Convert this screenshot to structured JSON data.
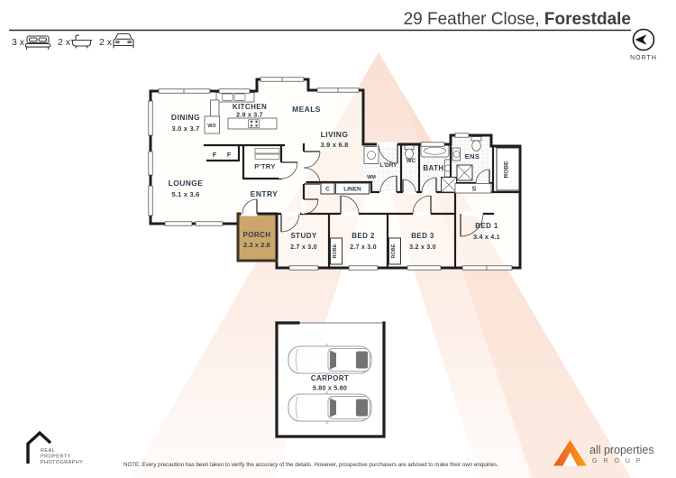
{
  "header": {
    "address": {
      "street": "29 Feather Close, ",
      "suburb": "Forestdale"
    },
    "compass_label": "NORTH",
    "features": {
      "beds_count": "3 x",
      "baths_count": "2 x",
      "cars_count": "2 x"
    }
  },
  "plan": {
    "rooms": {
      "dining": {
        "name": "DINING",
        "dims": "3.0 x 3.7"
      },
      "kitchen": {
        "name": "KITCHEN",
        "dims": "2.9 x 3.7"
      },
      "meals": {
        "name": "MEALS"
      },
      "living": {
        "name": "LIVING",
        "dims": "3.9 x 6.8"
      },
      "lounge": {
        "name": "LOUNGE",
        "dims": "5.1 x 3.6"
      },
      "pantry": {
        "name": "P'TRY"
      },
      "entry": {
        "name": "ENTRY"
      },
      "porch": {
        "name": "PORCH",
        "dims": "2.3 x 2.8"
      },
      "study": {
        "name": "STUDY",
        "dims": "2.7 x 3.0"
      },
      "bed1": {
        "name": "BED 1",
        "dims": "3.4 x 4.1"
      },
      "bed2": {
        "name": "BED 2",
        "dims": "2.7 x 3.0"
      },
      "bed3": {
        "name": "BED 3",
        "dims": "3.2 x 3.0"
      },
      "laundry": {
        "name": "L'DRY"
      },
      "wc": {
        "name": "WC"
      },
      "bath": {
        "name": "BATH"
      },
      "ens": {
        "name": "ENS"
      },
      "carport": {
        "name": "CARPORT",
        "dims": "5.80 x 5.80"
      }
    },
    "labels": {
      "wall_oven": "WO",
      "washing_machine": "WM",
      "fridge": "F",
      "cupboard": "C",
      "linen": "LINEN",
      "storage": "S",
      "robe": "ROBE"
    }
  },
  "footer": {
    "photography_logo": {
      "line1": "REAL",
      "line2": "PROPERTY",
      "line3": "PHOTOGRAPHY"
    },
    "note": "NOTE: Every precaution has been taken to verify the accuracy of the details. However, prospective purchasers are advised to make their own enquiries.",
    "agency_logo": {
      "name": "all properties",
      "group": "G R O U P"
    }
  },
  "colors": {
    "wall": "#1E1E1E",
    "watermark_peach": "#FBE3D6",
    "porch_fill": "#C8A164",
    "logo_orange": "#F26B21",
    "label_text": "#2E3C49"
  }
}
